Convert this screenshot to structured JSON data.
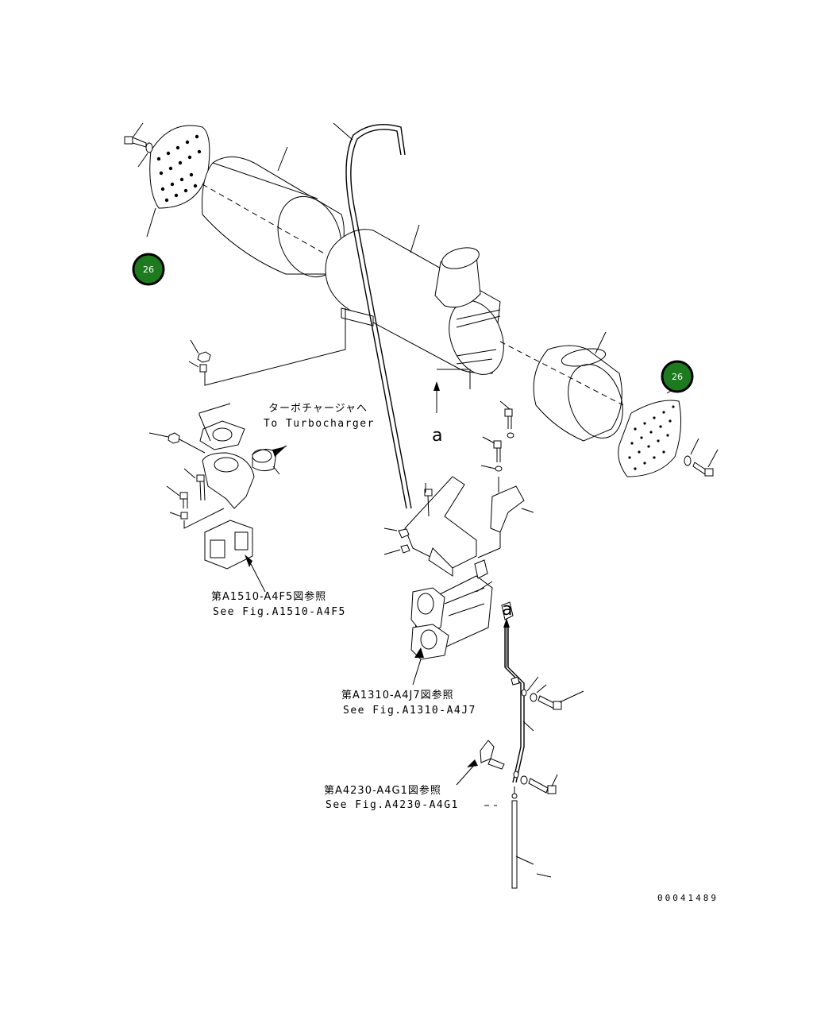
{
  "callouts": [
    {
      "text": "26",
      "color": "#1e7a1e"
    },
    {
      "text": "26",
      "color": "#1e7a1e"
    }
  ],
  "labels": {
    "turbo_jp": "ターボチャージャへ",
    "turbo_en": "To Turbocharger",
    "ref1_jp": "第A1510-A4F5図参照",
    "ref1_en": "See Fig.A1510-A4F5",
    "ref2_jp": "第A1310-A4J7図参照",
    "ref2_en": "See Fig.A1310-A4J7",
    "ref3_jp": "第A4230-A4G1図参照",
    "ref3_en": "See Fig.A4230-A4G1",
    "view_a1": "a",
    "view_a2": "a",
    "drawing_number": "00041489"
  }
}
